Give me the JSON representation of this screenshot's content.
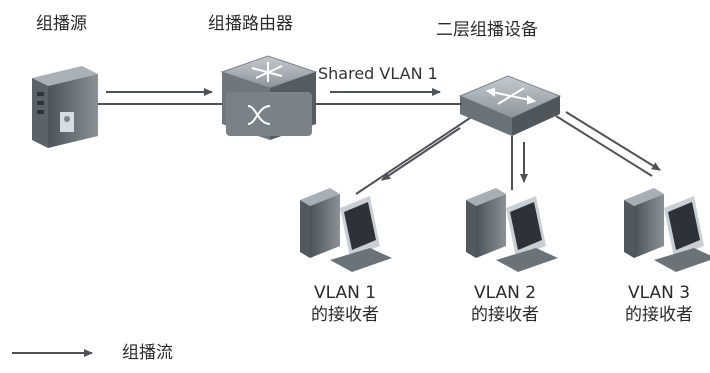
{
  "nodes": {
    "source": {
      "label": "组播源"
    },
    "router": {
      "label": "组播路由器"
    },
    "switch": {
      "label": "二层组播设备"
    },
    "receiver1": {
      "vlan": "VLAN 1",
      "role": "的接收者"
    },
    "receiver2": {
      "vlan": "VLAN 2",
      "role": "的接收者"
    },
    "receiver3": {
      "vlan": "VLAN 3",
      "role": "的接收者"
    }
  },
  "edges": {
    "router_to_switch_label": "Shared VLAN 1"
  },
  "legend": {
    "label": "组播流"
  },
  "colors": {
    "line": "#4d5257",
    "device_top": "#9fa7ae",
    "device_body": "#6b737a",
    "device_dark": "#3e454b",
    "screen": "#2c3238"
  }
}
